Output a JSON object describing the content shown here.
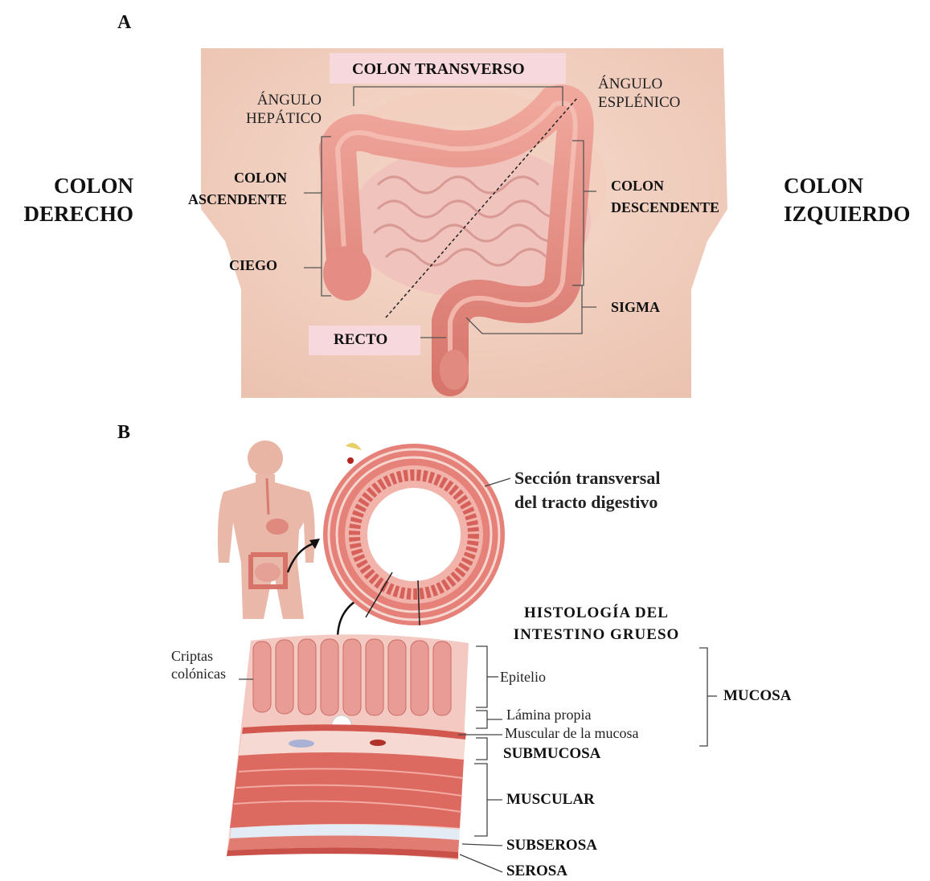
{
  "panel_a": {
    "letter": "A",
    "colon_derecho": [
      "COLON",
      "DERECHO"
    ],
    "colon_izquierdo": [
      "COLON",
      "IZQUIERDO"
    ],
    "colon_transverso": "COLON TRANSVERSO",
    "angulo_hepatico": [
      "ÁNGULO",
      "HEPÁTICO"
    ],
    "angulo_esplenico": [
      "ÁNGULO",
      "ESPLÉNICO"
    ],
    "colon_ascendente": [
      "COLON",
      "ASCENDENTE"
    ],
    "colon_descendente": [
      "COLON",
      "DESCENDENTE"
    ],
    "ciego": "CIEGO",
    "sigma": "SIGMA",
    "recto": "RECTO"
  },
  "panel_b": {
    "letter": "B",
    "seccion_transversal": [
      "Sección transversal",
      "del tracto digestivo"
    ],
    "histologia": [
      "HISTOLOGÍA DEL",
      "INTESTINO GRUESO"
    ],
    "criptas": [
      "Criptas",
      "colónicas"
    ],
    "epitelio": "Epitelio",
    "lamina_propia": "Lámina propia",
    "muscular_mucosa": "Muscular de la mucosa",
    "mucosa": "MUCOSA",
    "submucosa": "SUBMUCOSA",
    "muscular": "MUSCULAR",
    "subserosa": "SUBSEROSA",
    "serosa": "SEROSA"
  },
  "colors": {
    "skin": "#f4d3c4",
    "colon": "#e9958c",
    "colon_dark": "#c9655e",
    "label_bg": "#f7d8dc",
    "muscle": "#d9534f"
  }
}
